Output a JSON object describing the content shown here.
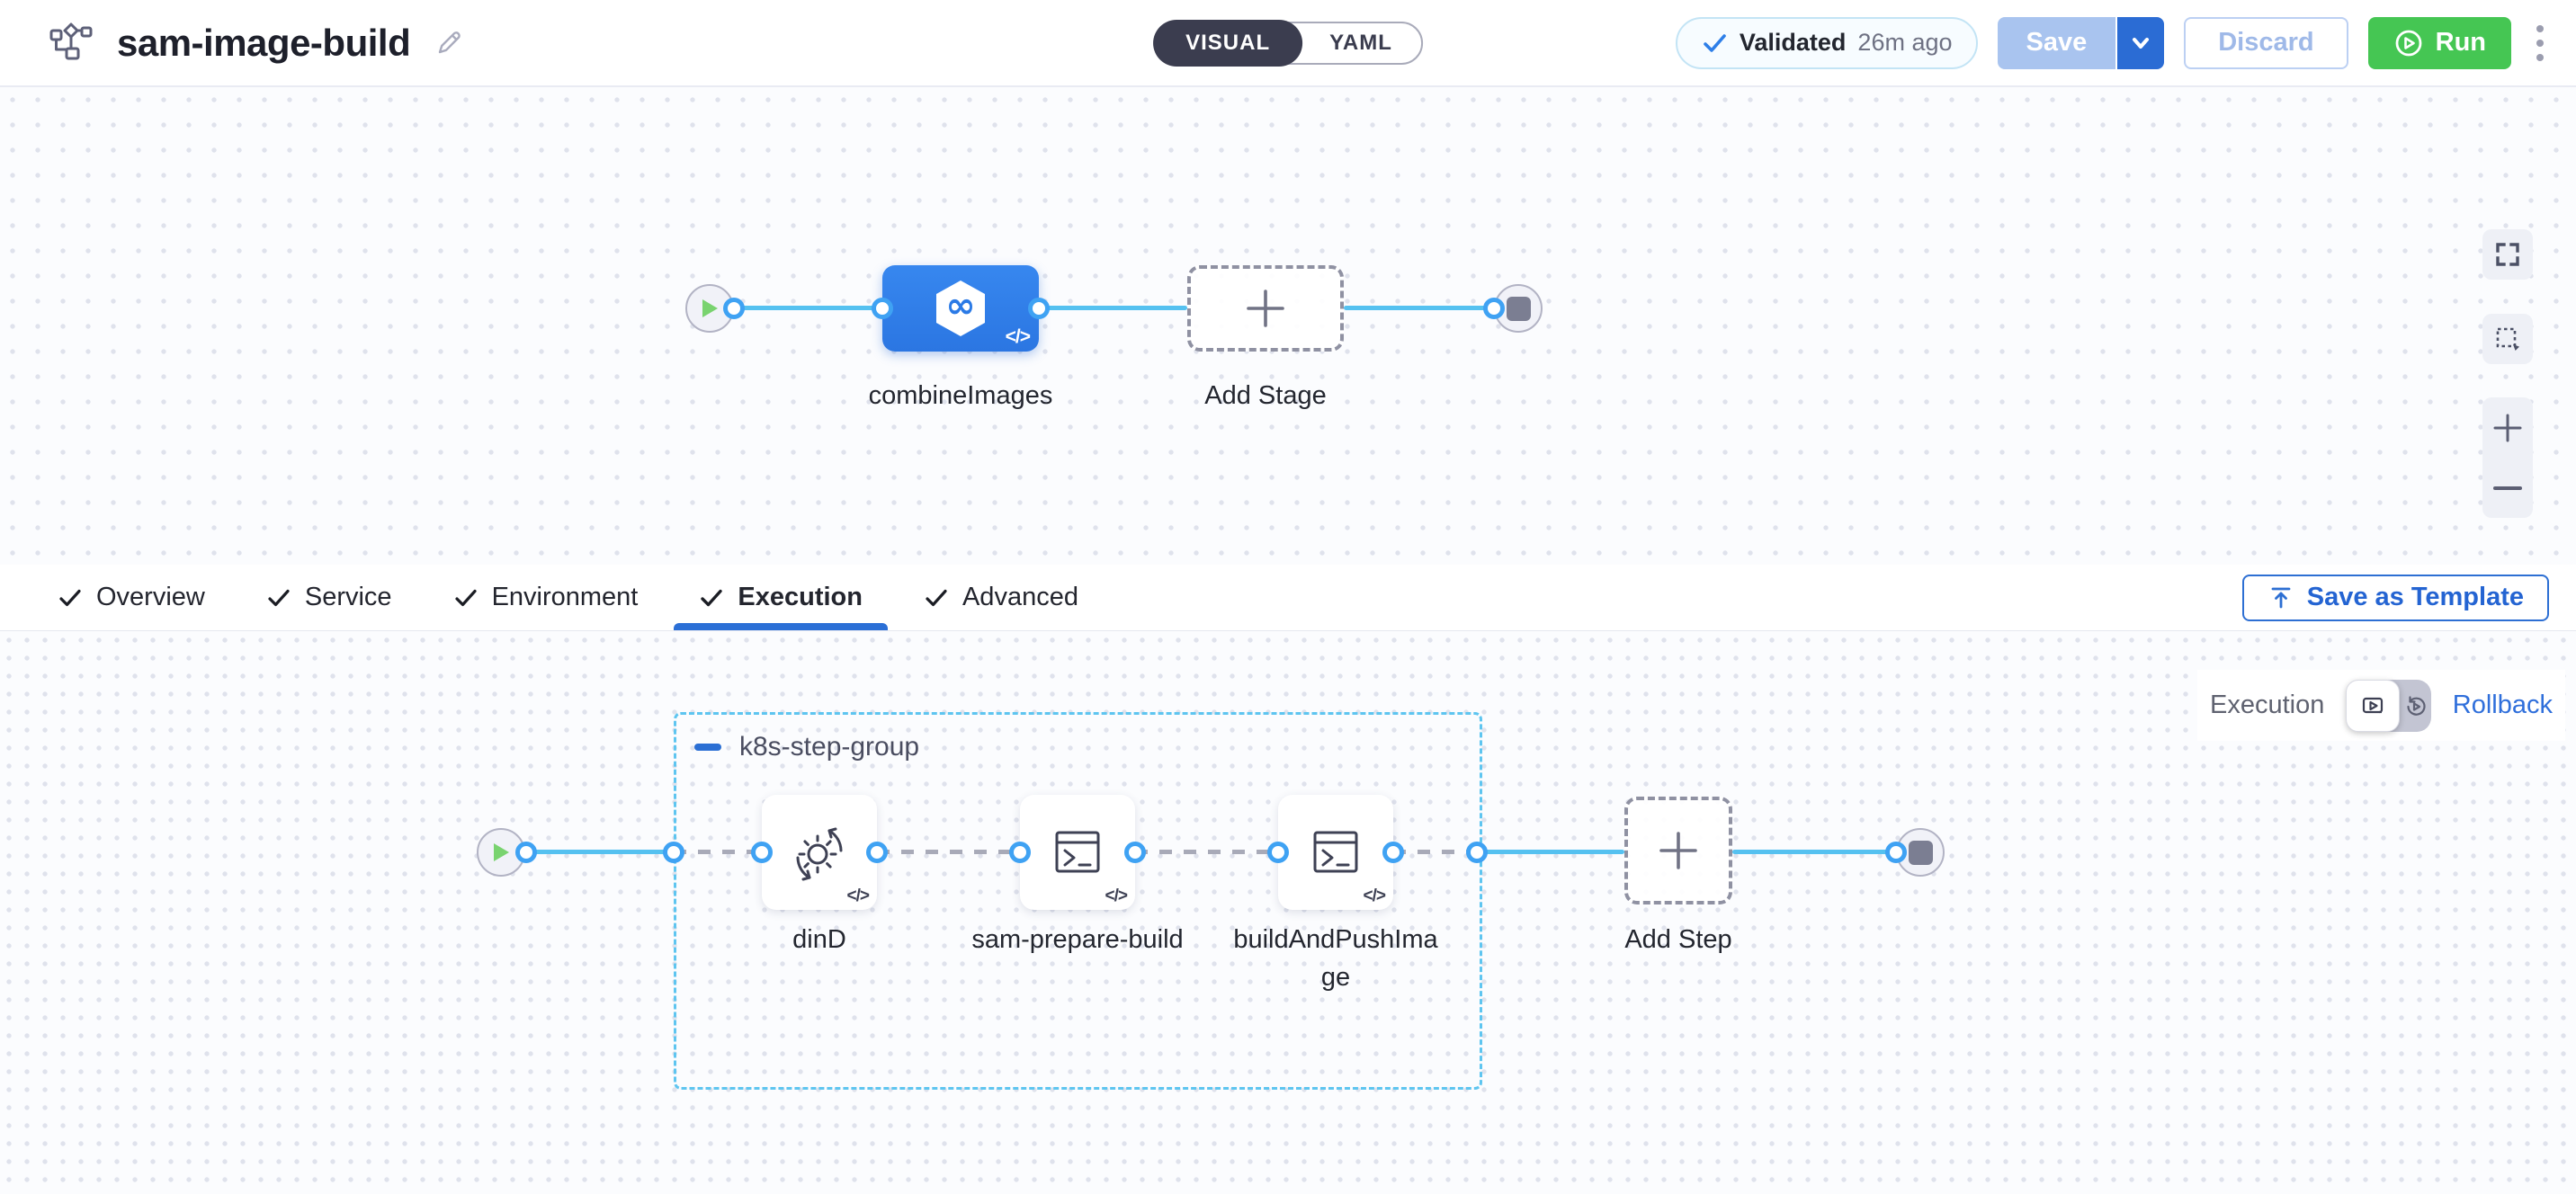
{
  "header": {
    "title": "sam-image-build",
    "mode_toggle": {
      "visual": "VISUAL",
      "yaml": "YAML",
      "selected": "VISUAL"
    },
    "validated": {
      "label": "Validated",
      "time": "26m ago"
    },
    "save_label": "Save",
    "discard_label": "Discard",
    "run_label": "Run"
  },
  "stage_canvas": {
    "stage_label": "combineImages",
    "add_stage_label": "Add Stage"
  },
  "tabs": [
    {
      "label": "Overview",
      "checked": true,
      "active": false
    },
    {
      "label": "Service",
      "checked": true,
      "active": false
    },
    {
      "label": "Environment",
      "checked": true,
      "active": false
    },
    {
      "label": "Execution",
      "checked": true,
      "active": true
    },
    {
      "label": "Advanced",
      "checked": true,
      "active": false
    }
  ],
  "save_as_template_label": "Save as Template",
  "execution_panel": {
    "mode_label": "Execution",
    "rollback_label": "Rollback",
    "group_label": "k8s-step-group",
    "steps": [
      {
        "label": "dinD",
        "icon": "docker-gear-icon"
      },
      {
        "label": "sam-prepare-build",
        "icon": "terminal-icon"
      },
      {
        "label": "buildAndPushImage",
        "icon": "terminal-icon"
      }
    ],
    "add_step_label": "Add Step"
  },
  "icons": {
    "header": "pipeline-graph-icon",
    "stage": "ci-hexagon-infinity-icon",
    "code_badge": "</>"
  },
  "colors": {
    "primary_blue": "#2b6cd4",
    "stage_blue": "#2e7fe9",
    "line_blue": "#55c1f0",
    "connector_ring": "#3fa2f3",
    "run_green": "#45c653",
    "group_border": "#5ec5f0",
    "visual_toggle_dark": "#3b3d4f",
    "disabled_save": "#a9c4ef"
  }
}
